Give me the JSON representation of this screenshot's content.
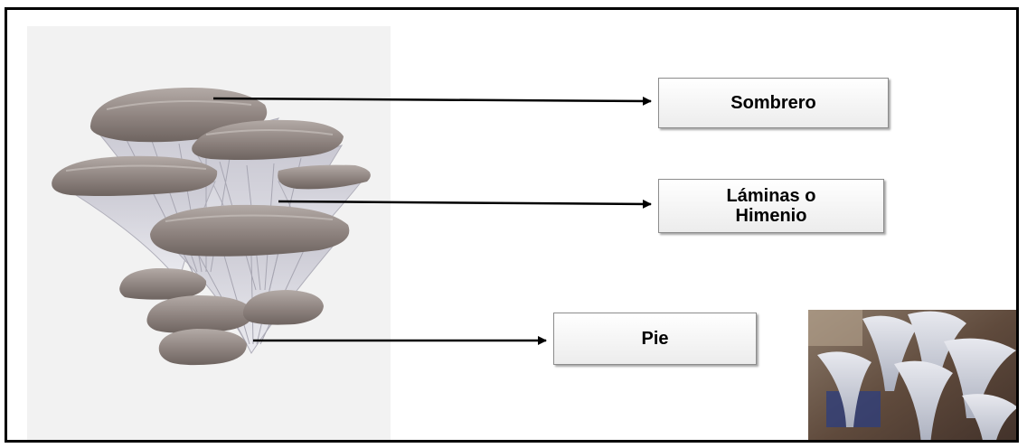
{
  "labels": {
    "sombrero": "Sombrero",
    "laminas_line1": "Láminas o",
    "laminas_line2": "Himenio",
    "pie": "Pie"
  },
  "colors": {
    "cap": "#8a7f7b",
    "gills": "#dcdce4",
    "arrow": "#000000",
    "frame": "#000000"
  },
  "icons": {
    "illustration": "oyster-mushroom-illustration",
    "photo": "oyster-mushroom-photo"
  }
}
